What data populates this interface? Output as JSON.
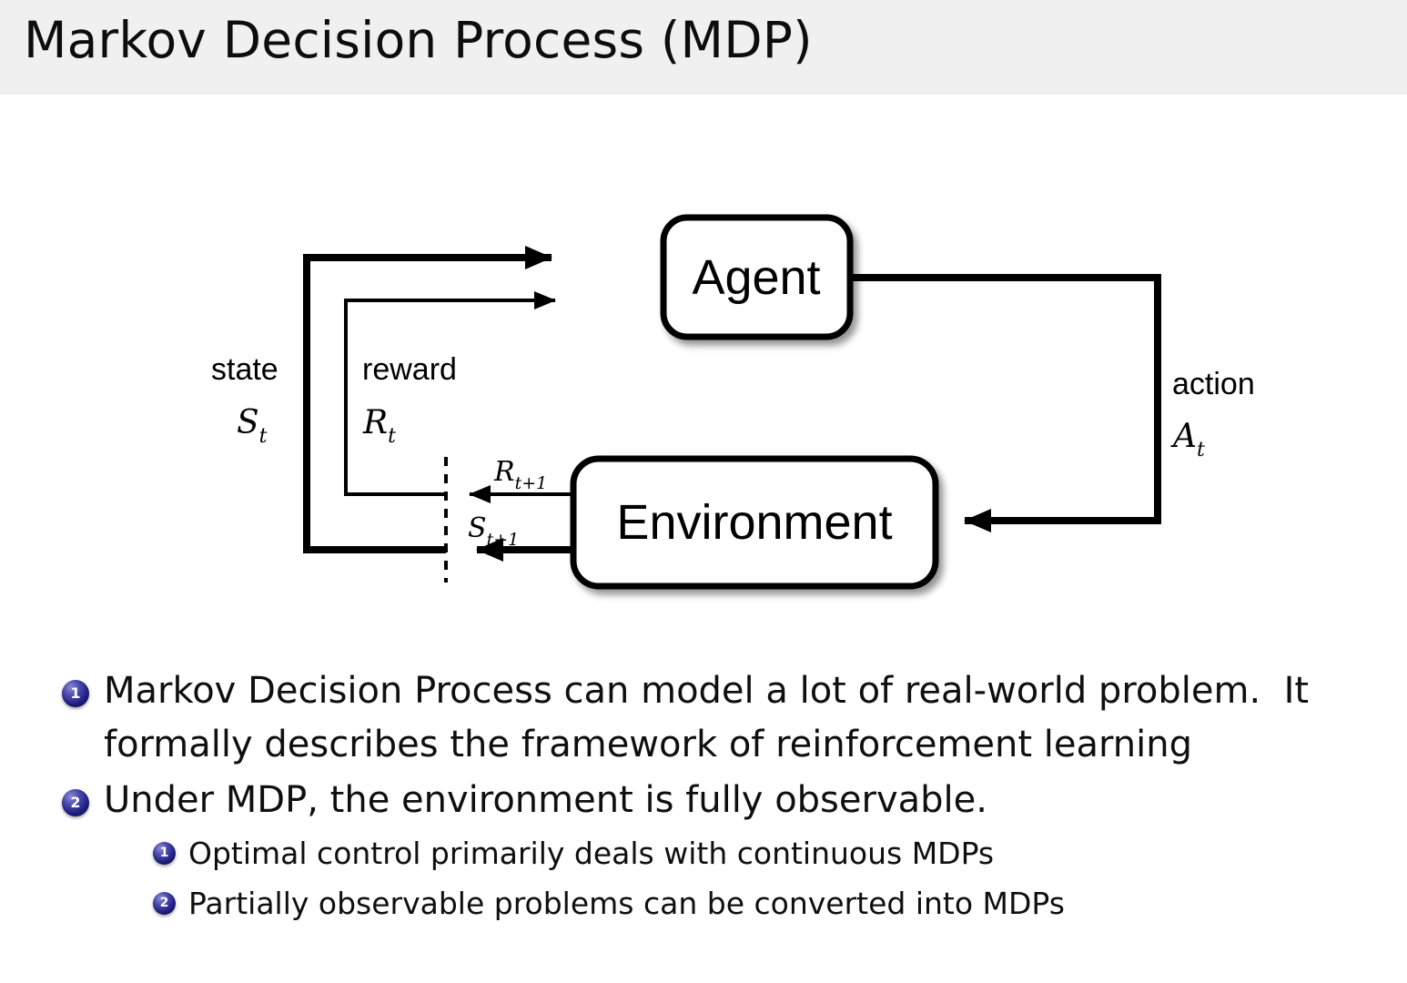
{
  "slide": {
    "title": "Markov Decision Process (MDP)",
    "header_bg": "#f0f0f0",
    "text_color": "#0f0f0f",
    "bullet_color": "#23238c"
  },
  "diagram": {
    "name": "agent-environment-interaction-loop",
    "nodes": [
      {
        "id": "agent",
        "label": "Agent"
      },
      {
        "id": "environment",
        "label": "Environment"
      }
    ],
    "edges": [
      {
        "id": "state",
        "text": "state",
        "symbol": "S",
        "subscript": "t",
        "from": "environment",
        "to": "agent"
      },
      {
        "id": "reward",
        "text": "reward",
        "symbol": "R",
        "subscript": "t",
        "from": "environment",
        "to": "agent"
      },
      {
        "id": "action",
        "text": "action",
        "symbol": "A",
        "subscript": "t",
        "from": "agent",
        "to": "environment"
      },
      {
        "id": "reward-next",
        "symbol": "R",
        "subscript": "t+1",
        "from": "environment",
        "to": "timestep-boundary"
      },
      {
        "id": "state-next",
        "symbol": "S",
        "subscript": "t+1",
        "from": "environment",
        "to": "timestep-boundary"
      }
    ],
    "timestep_divider": "dashed"
  },
  "bullets": [
    {
      "level": 1,
      "number": "1",
      "lines": [
        "Markov Decision Process can model a lot of real-world problem.  It",
        "formally describes the framework of reinforcement learning"
      ]
    },
    {
      "level": 1,
      "number": "2",
      "lines": [
        "Under MDP, the environment is fully observable."
      ]
    },
    {
      "level": 2,
      "number": "1",
      "lines": [
        "Optimal control primarily deals with continuous MDPs"
      ]
    },
    {
      "level": 2,
      "number": "2",
      "lines": [
        "Partially observable problems can be converted into MDPs"
      ]
    }
  ]
}
